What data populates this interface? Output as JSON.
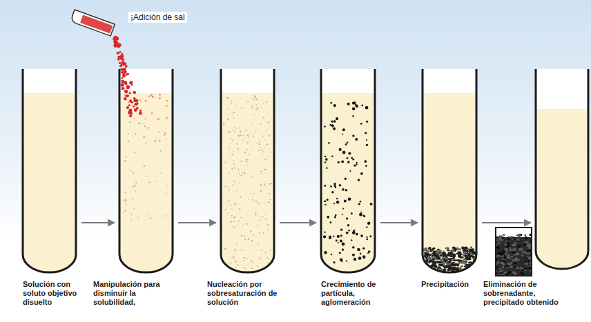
{
  "diagram": {
    "nodes": [
      {
        "text": [
          "Solución con soluto objetivo disuelto"
        ]
      },
      {
        "text": [
          "Manipulación para disminuir la solubilidad,"
        ]
      },
      {
        "text": [
          "Nucleación por sobresaturación de solución"
        ]
      },
      {
        "text": [
          "Crecimiento de partícula, aglomeración"
        ]
      },
      {
        "text": [
          "Precipitación"
        ]
      },
      {
        "text": [
          "Eliminación de sobrenadante, precipitado obtenido"
        ]
      }
    ],
    "edges": [
      {
        "from": 0,
        "to": 1,
        "arrow": "to"
      },
      {
        "from": 1,
        "to": 2,
        "arrow": "to"
      },
      {
        "from": 2,
        "to": 3,
        "arrow": "to"
      },
      {
        "from": 3,
        "to": 4,
        "arrow": "to"
      },
      {
        "from": 4,
        "to": 5,
        "arrow": "to"
      }
    ],
    "labels": [
      "¡Adición de sal"
    ]
  }
}
